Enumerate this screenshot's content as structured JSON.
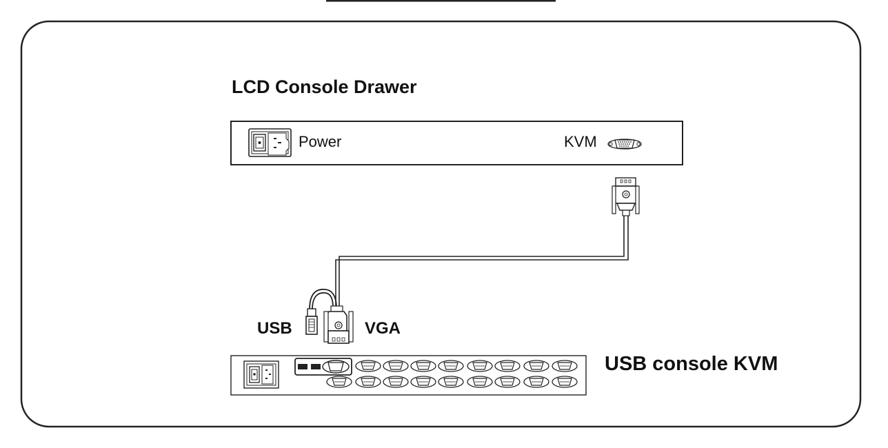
{
  "lcd_drawer": {
    "title": "LCD Console Drawer",
    "power_label": "Power",
    "kvm_label": "KVM"
  },
  "cable": {
    "usb_label": "USB",
    "vga_label": "VGA"
  },
  "usb_kvm": {
    "title": "USB console KVM"
  },
  "icons": [
    "power-inlet-icon",
    "vga-port-icon",
    "vga-plug-icon",
    "usb-plug-icon",
    "usb-port-icon"
  ]
}
